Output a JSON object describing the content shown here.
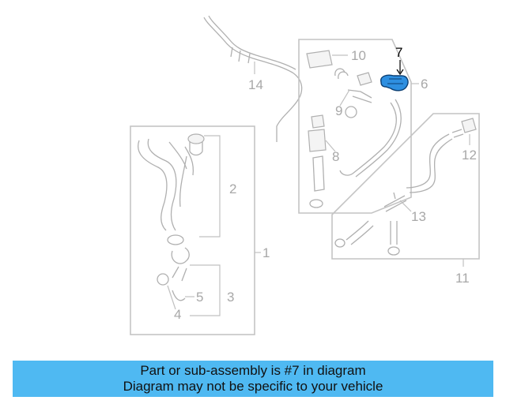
{
  "callouts": {
    "c1": "1",
    "c2": "2",
    "c3": "3",
    "c4": "4",
    "c5": "5",
    "c6": "6",
    "c7": "7",
    "c8": "8",
    "c9": "9",
    "c10": "10",
    "c11": "11",
    "c12": "12",
    "c13": "13",
    "c14": "14"
  },
  "highlight_part": "7",
  "colors": {
    "highlight": "#2e8fe0",
    "banner": "#4fb9f2",
    "parts": "#b0b0b0"
  },
  "banner": {
    "line1": "Part or sub-assembly is #7 in diagram",
    "line2": "Diagram may not be specific to your vehicle"
  }
}
